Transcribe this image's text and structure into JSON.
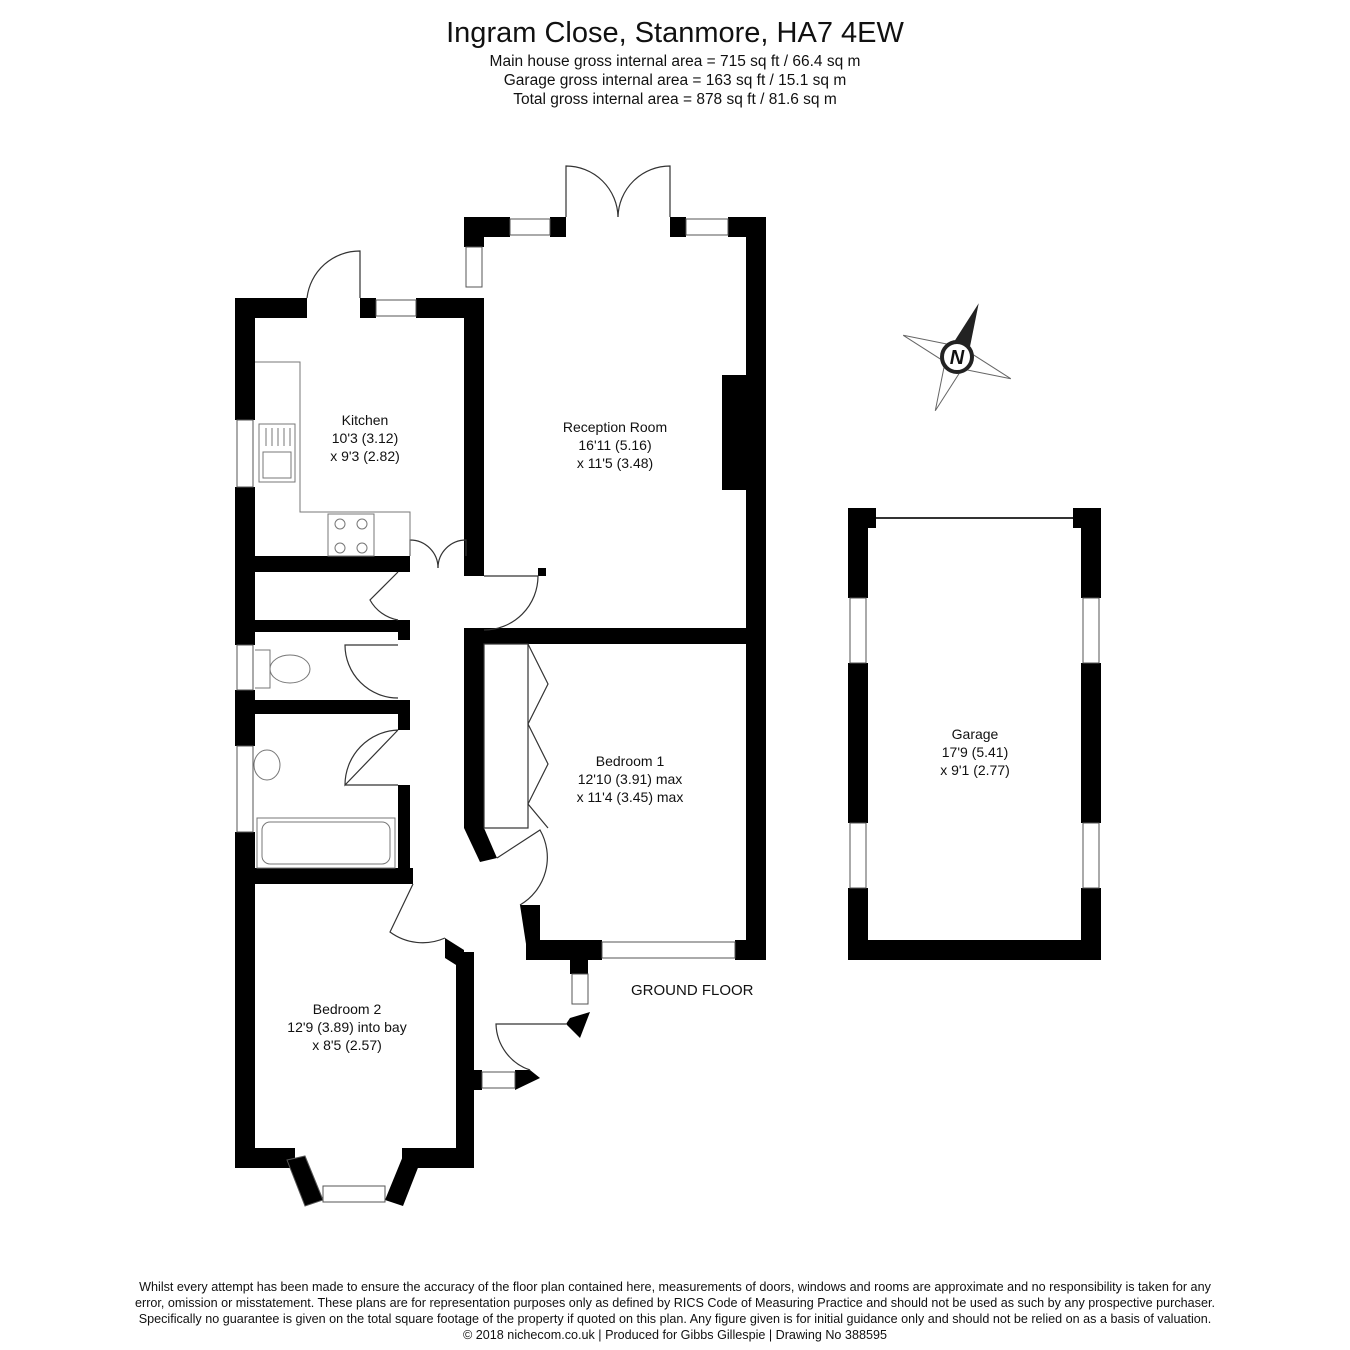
{
  "header": {
    "title": "Ingram Close, Stanmore, HA7 4EW",
    "areas": [
      "Main house gross internal area =  715 sq ft / 66.4 sq m",
      "Garage gross internal area = 163 sq ft / 15.1 sq m",
      "Total gross internal area =  878 sq ft / 81.6 sq m"
    ]
  },
  "rooms": {
    "kitchen": {
      "name": "Kitchen",
      "dim1": "10'3 (3.12)",
      "dim2": "x 9'3 (2.82)"
    },
    "reception": {
      "name": "Reception Room",
      "dim1": "16'11 (5.16)",
      "dim2": "x 11'5 (3.48)"
    },
    "bedroom1": {
      "name": "Bedroom 1",
      "dim1": "12'10 (3.91) max",
      "dim2": "x 11'4 (3.45) max"
    },
    "bedroom2": {
      "name": "Bedroom 2",
      "dim1": "12'9 (3.89) into bay",
      "dim2": "x 8'5 (2.57)"
    },
    "garage": {
      "name": "Garage",
      "dim1": "17'9 (5.41)",
      "dim2": "x 9'1 (2.77)"
    }
  },
  "floor_label": "GROUND FLOOR",
  "compass": {
    "letter": "N",
    "icon": "compass-rose-icon"
  },
  "footer": {
    "lines": [
      "Whilst every attempt has been made to ensure the accuracy of the floor plan contained here, measurements of doors, windows and rooms are approximate and no responsibility is taken for any",
      "error, omission or misstatement. These plans are for representation purposes only as defined by RICS Code of Measuring Practice and should not be used as such by any prospective purchaser.",
      "Specifically no guarantee is given on the total square footage of the property if quoted on this plan. Any figure given is for initial guidance only and should not be relied on as a basis of valuation.",
      "© 2018 nichecom.co.uk  |  Produced for Gibbs Gillespie  |  Drawing No 388595"
    ]
  }
}
